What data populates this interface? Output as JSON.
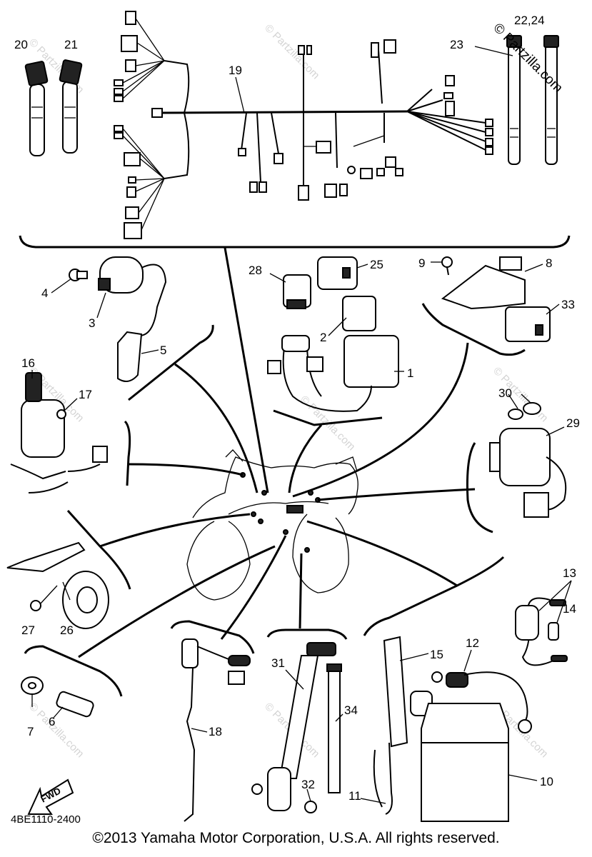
{
  "diagram": {
    "callouts": [
      {
        "id": "c1",
        "text": "1"
      },
      {
        "id": "c2",
        "text": "2"
      },
      {
        "id": "c3",
        "text": "3"
      },
      {
        "id": "c4",
        "text": "4"
      },
      {
        "id": "c5",
        "text": "5"
      },
      {
        "id": "c6",
        "text": "6"
      },
      {
        "id": "c7",
        "text": "7"
      },
      {
        "id": "c8",
        "text": "8"
      },
      {
        "id": "c9",
        "text": "9"
      },
      {
        "id": "c10",
        "text": "10"
      },
      {
        "id": "c11",
        "text": "11"
      },
      {
        "id": "c12",
        "text": "12"
      },
      {
        "id": "c13",
        "text": "13"
      },
      {
        "id": "c14",
        "text": "14"
      },
      {
        "id": "c15",
        "text": "15"
      },
      {
        "id": "c16",
        "text": "16"
      },
      {
        "id": "c17",
        "text": "17"
      },
      {
        "id": "c18",
        "text": "18"
      },
      {
        "id": "c19",
        "text": "19"
      },
      {
        "id": "c20",
        "text": "20"
      },
      {
        "id": "c21",
        "text": "21"
      },
      {
        "id": "c22",
        "text": "22,24"
      },
      {
        "id": "c23",
        "text": "23"
      },
      {
        "id": "c25",
        "text": "25"
      },
      {
        "id": "c26",
        "text": "26"
      },
      {
        "id": "c27",
        "text": "27"
      },
      {
        "id": "c28",
        "text": "28"
      },
      {
        "id": "c29",
        "text": "29"
      },
      {
        "id": "c30",
        "text": "30"
      },
      {
        "id": "c31",
        "text": "31"
      },
      {
        "id": "c32",
        "text": "32"
      },
      {
        "id": "c33",
        "text": "33"
      },
      {
        "id": "c34",
        "text": "34"
      }
    ],
    "diagram_code": "4BE1110-2400",
    "fwd_label": "FWD",
    "watermark": "© Partzilla.com",
    "copyright": "©2013 Yamaha Motor Corporation, U.S.A. All rights reserved."
  }
}
